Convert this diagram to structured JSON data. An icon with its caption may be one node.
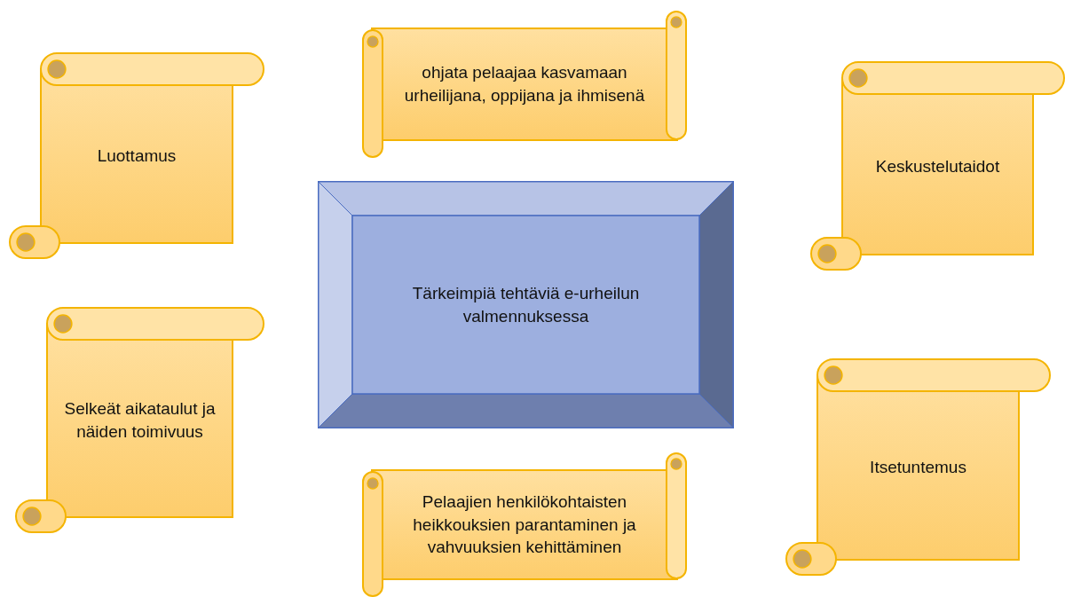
{
  "diagram": {
    "nodes": [
      {
        "text": [
          "ohjata pelaajaa kasvamaan urheilijana, oppijana ja ihmisenä"
        ]
      },
      {
        "text": [
          "Luottamus"
        ]
      },
      {
        "text": [
          "Keskustelutaidot"
        ]
      },
      {
        "text": [
          "Tärkeimpiä tehtäviä e-urheilun valmennuksessa"
        ]
      },
      {
        "text": [
          "Selkeät aikataulut ja näiden toimivuus"
        ]
      },
      {
        "text": [
          "Itsetuntemus"
        ]
      },
      {
        "text": [
          "Pelaajien henkilökohtaisten heikkouksien parantaminen ja vahvuuksien kehittäminen"
        ]
      }
    ],
    "edges": []
  }
}
